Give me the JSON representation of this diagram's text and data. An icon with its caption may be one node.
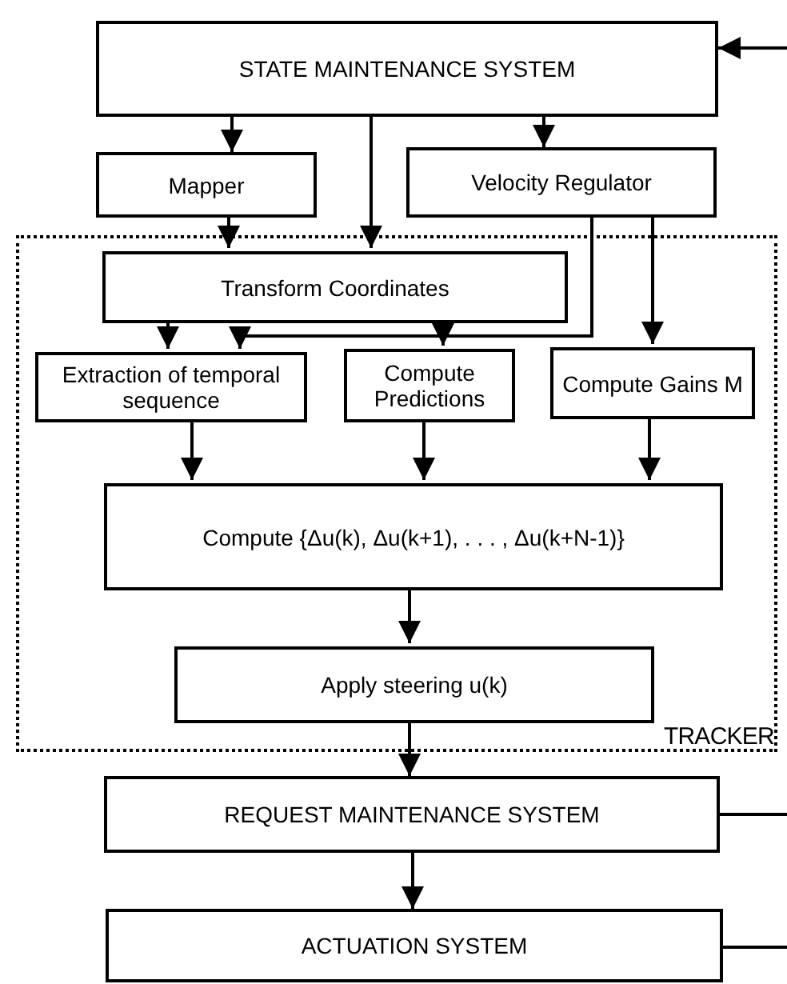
{
  "diagram": {
    "nodes": [
      {
        "text": [
          "STATE MAINTENANCE SYSTEM"
        ]
      },
      {
        "text": [
          "Mapper"
        ]
      },
      {
        "text": [
          "Velocity Regulator"
        ]
      },
      {
        "text": [
          "TRACKER"
        ]
      },
      {
        "text": [
          "Transform Coordinates"
        ],
        "in": 3
      },
      {
        "text": [
          "Extraction of temporal sequence"
        ],
        "in": 3
      },
      {
        "text": [
          "Compute Predictions"
        ],
        "in": 3
      },
      {
        "text": [
          "Compute Gains M"
        ],
        "in": 3
      },
      {
        "text": [
          "Compute {Δu(k), Δu(k+1), . . . , Δu(k+N-1)}"
        ],
        "in": 3
      },
      {
        "text": [
          "Apply steering u(k)"
        ],
        "in": 3
      },
      {
        "text": [
          "REQUEST MAINTENANCE SYSTEM"
        ]
      },
      {
        "text": [
          "ACTUATION SYSTEM"
        ]
      }
    ],
    "edges": [
      {
        "from": 0,
        "to": 1,
        "arrow": "to"
      },
      {
        "from": 0,
        "to": 4,
        "arrow": "to"
      },
      {
        "from": 0,
        "to": 2,
        "arrow": "to"
      },
      {
        "from": 1,
        "to": 4,
        "arrow": "to"
      },
      {
        "from": 2,
        "to": 5,
        "arrow": "to"
      },
      {
        "from": 2,
        "to": 7,
        "arrow": "to"
      },
      {
        "from": 4,
        "to": 5,
        "arrow": "to"
      },
      {
        "from": 4,
        "to": 6,
        "arrow": "to"
      },
      {
        "from": 5,
        "to": 8,
        "arrow": "to"
      },
      {
        "from": 6,
        "to": 8,
        "arrow": "to"
      },
      {
        "from": 7,
        "to": 8,
        "arrow": "to"
      },
      {
        "from": 8,
        "to": 9,
        "arrow": "to"
      },
      {
        "from": 9,
        "to": 10,
        "arrow": "to"
      },
      {
        "from": 10,
        "to": 11,
        "arrow": "to"
      },
      {
        "from": 10,
        "to": null,
        "arrow": "none"
      },
      {
        "from": 11,
        "to": null,
        "arrow": "none"
      },
      {
        "from": null,
        "to": 0,
        "arrow": "to"
      }
    ]
  }
}
